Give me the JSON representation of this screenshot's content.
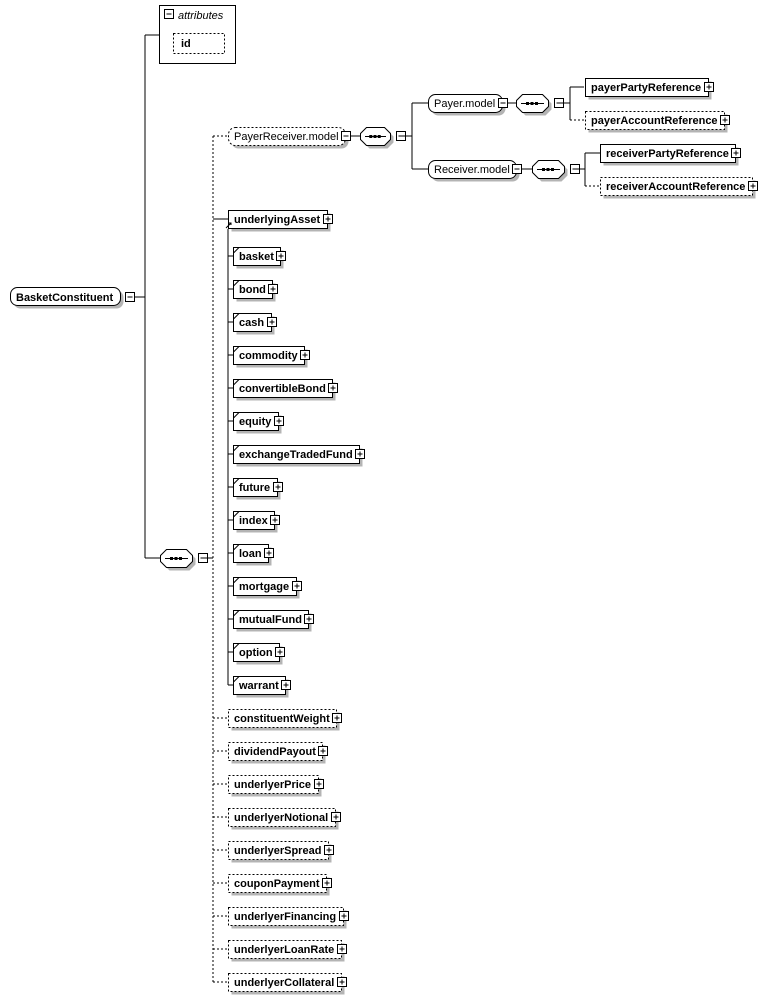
{
  "root": {
    "name": "BasketConstituent"
  },
  "attributes": {
    "title": "attributes",
    "items": [
      "id"
    ]
  },
  "payer_receiver": {
    "group": "PayerReceiver.model",
    "payer_group": "Payer.model",
    "payer_elements": [
      {
        "name": "payerPartyReference",
        "optional": false
      },
      {
        "name": "payerAccountReference",
        "optional": true
      }
    ],
    "receiver_group": "Receiver.model",
    "receiver_elements": [
      {
        "name": "receiverPartyReference",
        "optional": false
      },
      {
        "name": "receiverAccountReference",
        "optional": true
      }
    ]
  },
  "underlying_asset": {
    "head": "underlyingAsset",
    "substitutions": [
      "basket",
      "bond",
      "cash",
      "commodity",
      "convertibleBond",
      "equity",
      "exchangeTradedFund",
      "future",
      "index",
      "loan",
      "mortgage",
      "mutualFund",
      "option",
      "warrant"
    ]
  },
  "optional_elements": [
    "constituentWeight",
    "dividendPayout",
    "underlyerPrice",
    "underlyerNotional",
    "underlyerSpread",
    "couponPayment",
    "underlyerFinancing",
    "underlyerLoanRate",
    "underlyerCollateral"
  ],
  "colors": {
    "stroke": "#000000",
    "fill": "#ffffff",
    "shadow": "#b4b4b4"
  }
}
